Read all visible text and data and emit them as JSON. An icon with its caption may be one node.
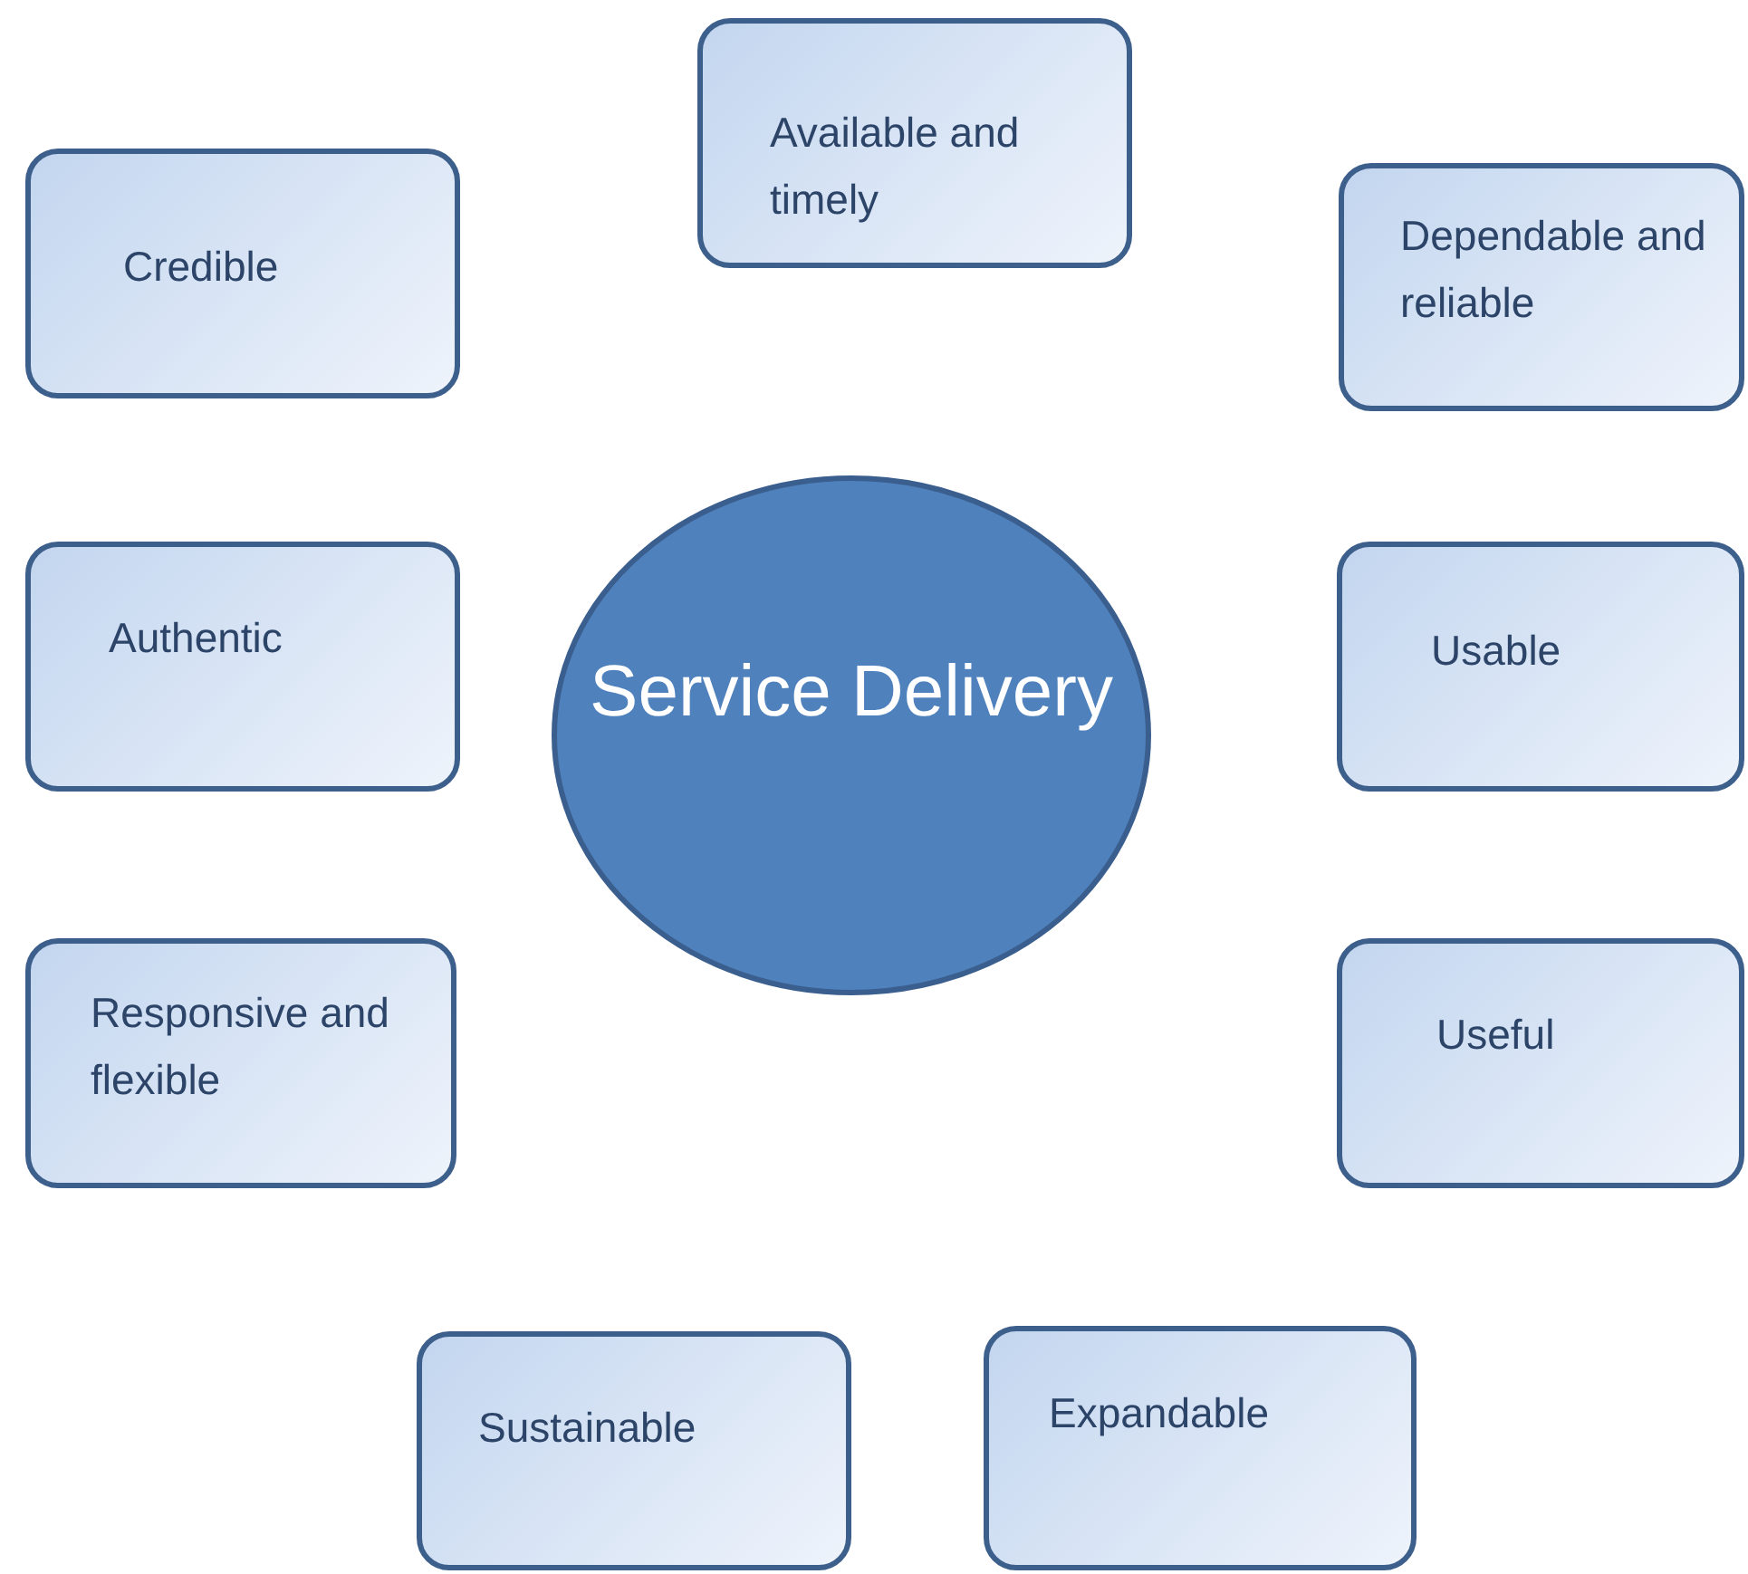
{
  "diagram": {
    "nodes": [
      {
        "text": [
          "Available and timely"
        ]
      },
      {
        "text": [
          "Credible"
        ]
      },
      {
        "text": [
          "Dependable and reliable"
        ]
      },
      {
        "text": [
          "Authentic"
        ]
      },
      {
        "text": [
          "Service Delivery"
        ]
      },
      {
        "text": [
          "Usable"
        ]
      },
      {
        "text": [
          "Responsive and flexible"
        ]
      },
      {
        "text": [
          "Useful"
        ]
      },
      {
        "text": [
          "Sustainable"
        ]
      },
      {
        "text": [
          "Expandable"
        ]
      }
    ]
  }
}
